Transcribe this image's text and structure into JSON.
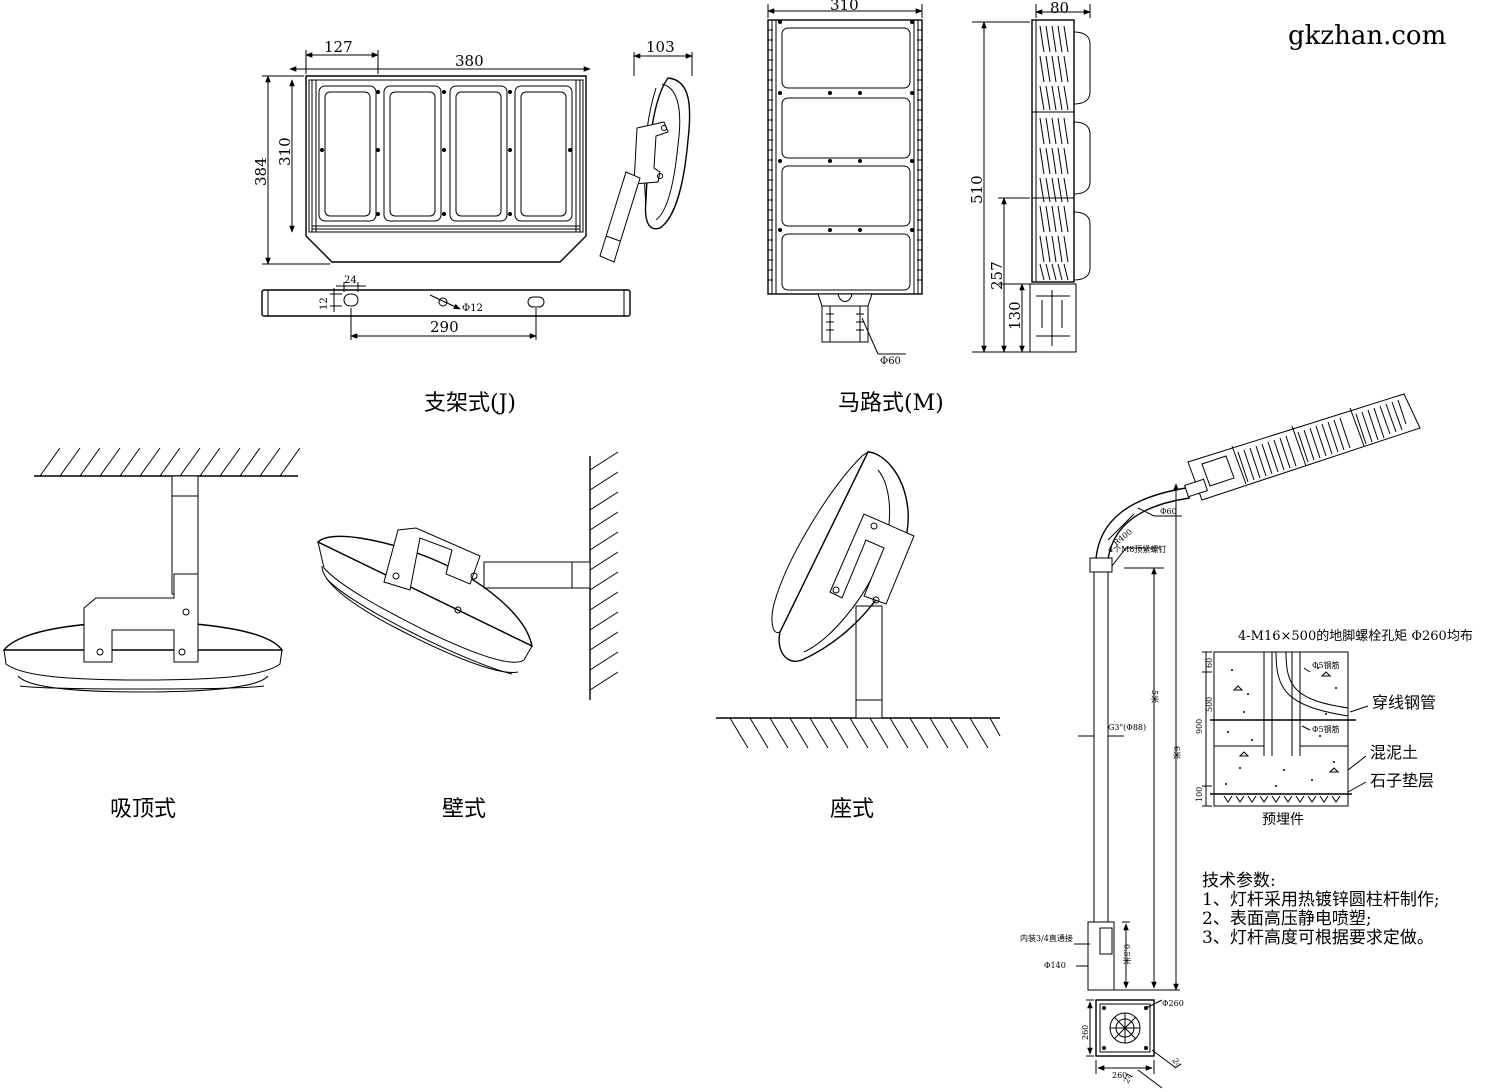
{
  "watermark": "gkzhan.com",
  "bracket_type": {
    "caption": "支架式(J)",
    "dims": {
      "w127": "127",
      "w380": "380",
      "h384": "384",
      "h310": "310",
      "d103": "103",
      "s24": "24",
      "s12": "12",
      "phi12": "Φ12",
      "s290": "290"
    }
  },
  "road_type": {
    "caption": "马路式(M)",
    "dims": {
      "w310": "310",
      "phi60": "Φ60",
      "d80": "80",
      "h510": "510",
      "h257": "257",
      "h130": "130"
    }
  },
  "mount_styles": {
    "ceiling": "吸顶式",
    "wall": "壁式",
    "seat": "座式"
  },
  "pole": {
    "phi60": "Φ60",
    "r400": "R400",
    "screws": "4个M8顶紧螺钉",
    "h5m": "5米",
    "h6m": "6米",
    "g3": "G3\"(Φ88)",
    "conduit": "内装3/4直通接",
    "h05m": "0.5米",
    "phi140": "Φ140",
    "b260a": "260",
    "b260b": "260",
    "b260c": "Φ260",
    "b24a": "24",
    "b24b": "24"
  },
  "foundation": {
    "title": "4-M16×500的地脚螺栓孔矩 Φ260均布",
    "h60": "60",
    "h500": "500",
    "h900": "900",
    "h100": "100",
    "rebar1": "Φ5钢筋",
    "rebar2": "Φ5钢筋",
    "pipe": "穿线钢管",
    "concrete": "混泥土",
    "gravel": "石子垫层",
    "embedded": "预埋件"
  },
  "tech": {
    "title": "技术参数:",
    "items": [
      "1、灯杆采用热镀锌圆柱杆制作;",
      "2、表面高压静电喷塑;",
      "3、灯杆高度可根据要求定做。"
    ]
  }
}
